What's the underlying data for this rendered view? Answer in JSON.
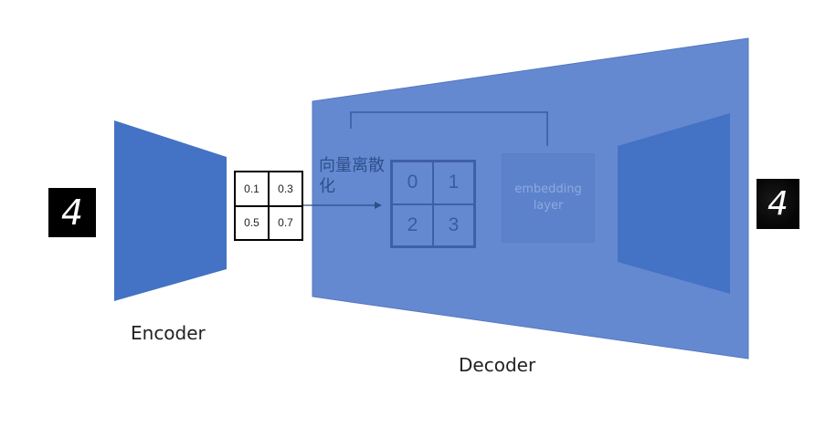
{
  "input_digit": "4",
  "output_digit": "4",
  "encoder": {
    "label": "Encoder"
  },
  "decoder": {
    "label": "Decoder"
  },
  "latent_grid": [
    "0.1",
    "0.3",
    "0.5",
    "0.7"
  ],
  "vq_label": "向量离散化",
  "codebook": [
    "0",
    "1",
    "2",
    "3"
  ],
  "embedding_layer": "embedding layer",
  "colors": {
    "encoder_fill": "#4472c4",
    "decoder_fill": "#6489d1",
    "decoder_inner_fill": "#4472c4",
    "line_color": "#3a5a9c"
  }
}
